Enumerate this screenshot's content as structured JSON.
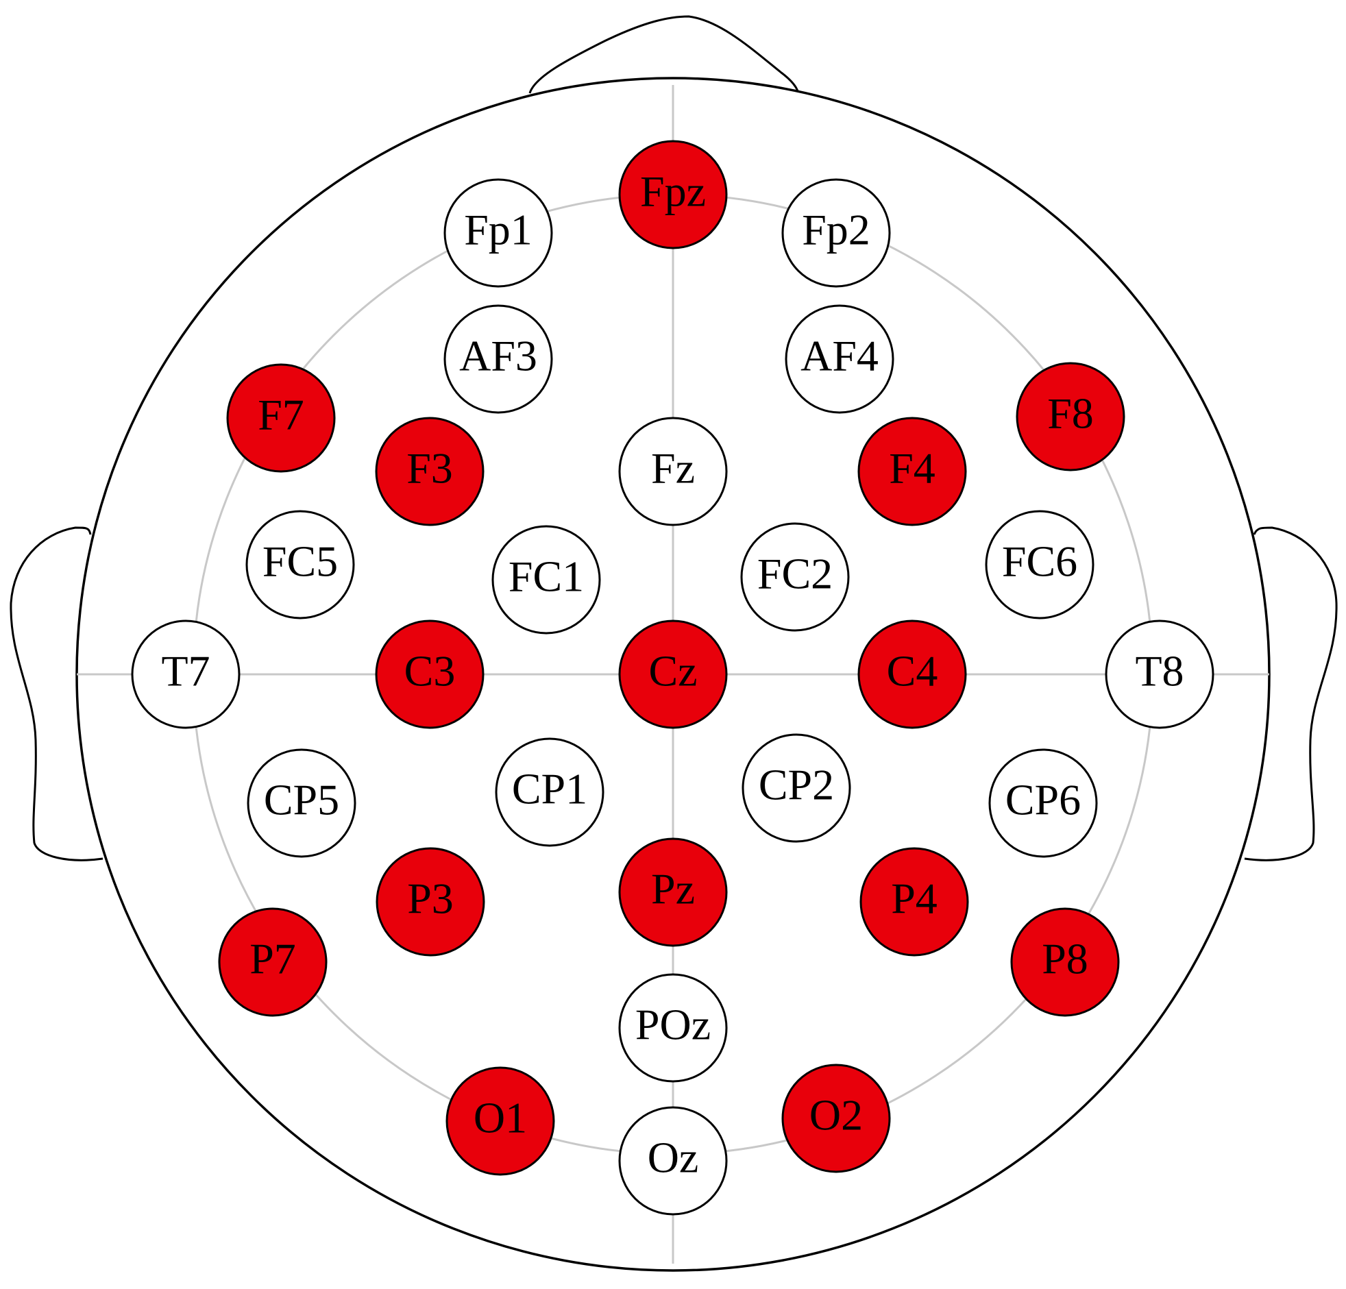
{
  "colors": {
    "selected_fill": "#e8000b",
    "unselected_fill": "#ffffff",
    "outline": "#000000",
    "guide_lines": "#c8c8c8"
  },
  "electrodes": [
    {
      "label": "Fpz",
      "selected": true
    },
    {
      "label": "Fp1",
      "selected": false
    },
    {
      "label": "Fp2",
      "selected": false
    },
    {
      "label": "AF3",
      "selected": false
    },
    {
      "label": "AF4",
      "selected": false
    },
    {
      "label": "F7",
      "selected": true
    },
    {
      "label": "F3",
      "selected": true
    },
    {
      "label": "Fz",
      "selected": false
    },
    {
      "label": "F4",
      "selected": true
    },
    {
      "label": "F8",
      "selected": true
    },
    {
      "label": "FC5",
      "selected": false
    },
    {
      "label": "FC1",
      "selected": false
    },
    {
      "label": "FC2",
      "selected": false
    },
    {
      "label": "FC6",
      "selected": false
    },
    {
      "label": "T7",
      "selected": false
    },
    {
      "label": "C3",
      "selected": true
    },
    {
      "label": "Cz",
      "selected": true
    },
    {
      "label": "C4",
      "selected": true
    },
    {
      "label": "T8",
      "selected": false
    },
    {
      "label": "CP5",
      "selected": false
    },
    {
      "label": "CP1",
      "selected": false
    },
    {
      "label": "CP2",
      "selected": false
    },
    {
      "label": "CP6",
      "selected": false
    },
    {
      "label": "P7",
      "selected": true
    },
    {
      "label": "P3",
      "selected": true
    },
    {
      "label": "Pz",
      "selected": true
    },
    {
      "label": "P4",
      "selected": true
    },
    {
      "label": "P8",
      "selected": true
    },
    {
      "label": "POz",
      "selected": false
    },
    {
      "label": "O1",
      "selected": true
    },
    {
      "label": "Oz",
      "selected": false
    },
    {
      "label": "O2",
      "selected": true
    }
  ]
}
